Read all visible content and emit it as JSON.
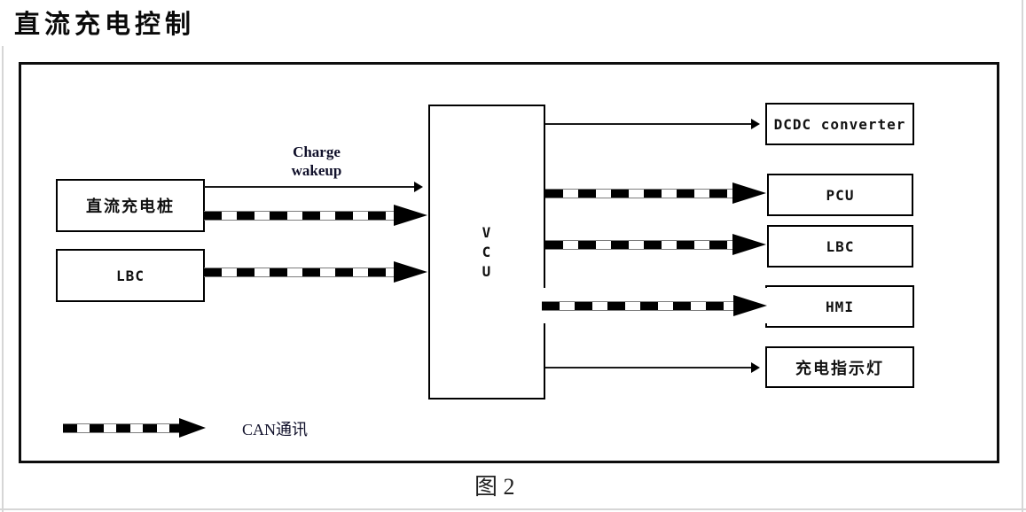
{
  "page": {
    "title": "直流充电控制",
    "caption": "图 2"
  },
  "diagram": {
    "nodes": {
      "dc_pile": "直流充电桩",
      "lbc_left": "LBC",
      "vcu": "V\nC\nU",
      "dcdc": "DCDC converter",
      "pcu": "PCU",
      "lbc_right": "LBC",
      "hmi": "HMI",
      "indicator": "充电指示灯"
    },
    "labels": {
      "charge_wakeup": "Charge\nwakeup",
      "legend_can": "CAN通讯"
    },
    "edges": [
      {
        "from": "直流充电桩",
        "to": "VCU",
        "type": "signal",
        "label": "Charge wakeup"
      },
      {
        "from": "直流充电桩",
        "to": "VCU",
        "type": "CAN"
      },
      {
        "from": "LBC",
        "to": "VCU",
        "type": "CAN"
      },
      {
        "from": "VCU",
        "to": "DCDC converter",
        "type": "signal"
      },
      {
        "from": "VCU",
        "to": "PCU",
        "type": "CAN"
      },
      {
        "from": "VCU",
        "to": "LBC",
        "type": "CAN"
      },
      {
        "from": "VCU",
        "to": "HMI",
        "type": "CAN"
      },
      {
        "from": "VCU",
        "to": "充电指示灯",
        "type": "signal"
      }
    ],
    "legend": {
      "can": "CAN通讯"
    },
    "colors": {
      "line": "#000000",
      "box_border": "#000000",
      "background": "#ffffff",
      "page_edge": "#d6d6d6"
    }
  }
}
